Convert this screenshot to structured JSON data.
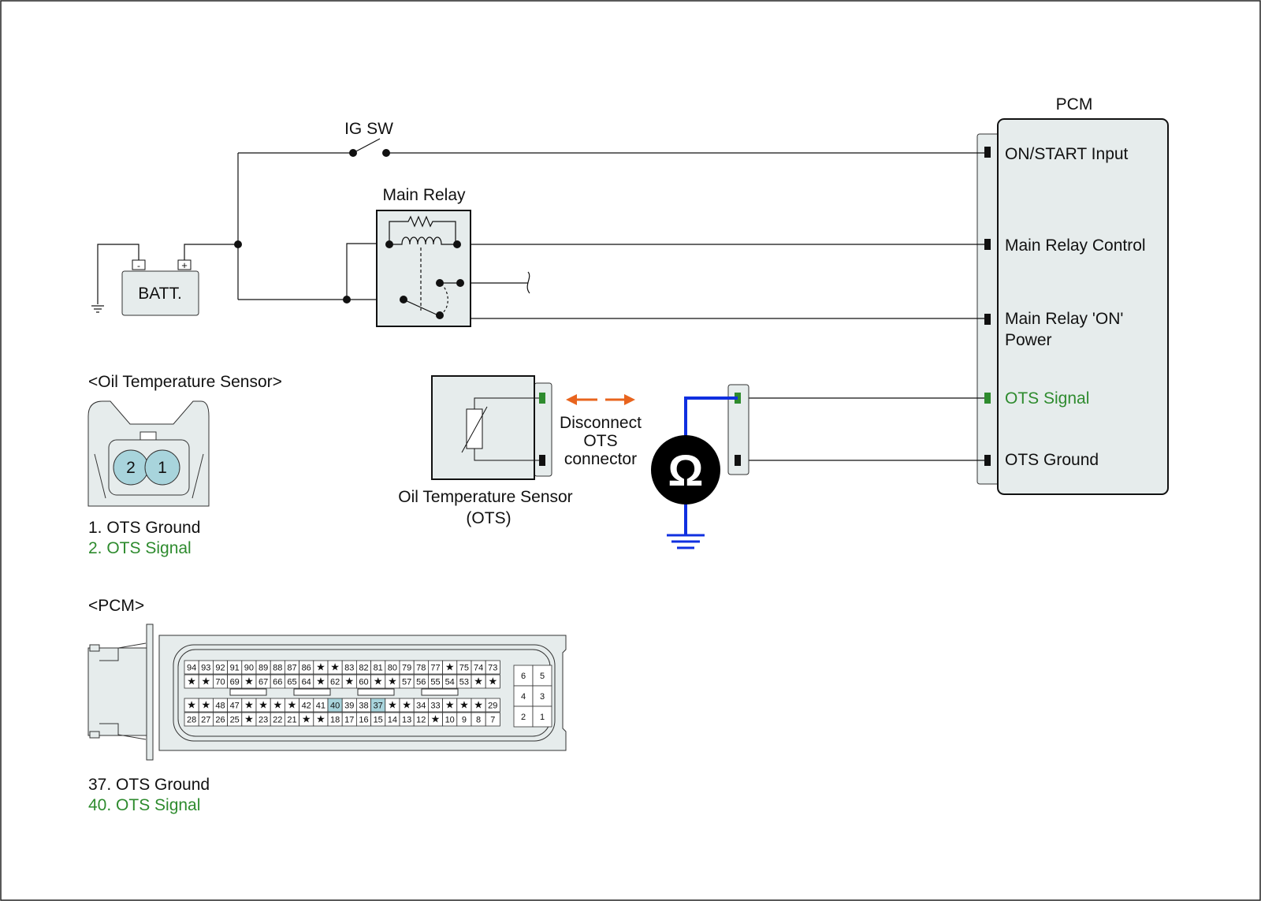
{
  "colors": {
    "box_fill": "#e6ecec",
    "green": "#2e8b2e",
    "wire_blue": "#1030e0",
    "arrow_orange": "#e8641e",
    "pin_highlight": "#a8d4dc"
  },
  "ig_sw_label": "IG SW",
  "main_relay_label": "Main Relay",
  "battery_label": "BATT.",
  "pcm": {
    "title": "PCM",
    "inputs": [
      {
        "id": "on-start",
        "label": "ON/START Input"
      },
      {
        "id": "relay-control",
        "label": "Main Relay Control"
      },
      {
        "id": "relay-on-power",
        "label": "Main Relay 'ON'",
        "label2": "Power"
      },
      {
        "id": "ots-signal",
        "label": "OTS Signal"
      },
      {
        "id": "ots-ground",
        "label": "OTS Ground"
      }
    ]
  },
  "ots_sensor": {
    "label": "Oil Temperature Sensor",
    "label2": "(OTS)"
  },
  "disconnect": {
    "line1": "Disconnect",
    "line2": "OTS",
    "line3": "connector"
  },
  "ohm_symbol": "Ω",
  "ots_connector": {
    "title": "<Oil Temperature Sensor>",
    "pin_labels": [
      "2",
      "1"
    ],
    "legend": [
      {
        "text": "1. OTS Ground",
        "color": "black"
      },
      {
        "text": "2. OTS Signal",
        "color": "green"
      }
    ]
  },
  "pcm_connector": {
    "title": "<PCM>",
    "rows": [
      [
        "94",
        "93",
        "92",
        "91",
        "90",
        "89",
        "88",
        "87",
        "86",
        "★",
        "★",
        "83",
        "82",
        "81",
        "80",
        "79",
        "78",
        "77",
        "★",
        "75",
        "74",
        "73"
      ],
      [
        "★",
        "★",
        "70",
        "69",
        "★",
        "67",
        "66",
        "65",
        "64",
        "★",
        "62",
        "★",
        "60",
        "★",
        "★",
        "57",
        "56",
        "55",
        "54",
        "53",
        "★",
        "★"
      ],
      [
        "★",
        "★",
        "48",
        "47",
        "★",
        "★",
        "★",
        "★",
        "42",
        "41",
        "40",
        "39",
        "38",
        "37",
        "★",
        "★",
        "34",
        "33",
        "★",
        "★",
        "★",
        "29"
      ],
      [
        "28",
        "27",
        "26",
        "25",
        "★",
        "23",
        "22",
        "21",
        "★",
        "★",
        "18",
        "17",
        "16",
        "15",
        "14",
        "13",
        "12",
        "★",
        "10",
        "9",
        "8",
        "7"
      ]
    ],
    "small_block": [
      [
        "6",
        "5"
      ],
      [
        "4",
        "3"
      ],
      [
        "2",
        "1"
      ]
    ],
    "highlight": [
      "40",
      "37"
    ],
    "legend": [
      {
        "text": "37. OTS Ground",
        "color": "black"
      },
      {
        "text": "40. OTS Signal",
        "color": "green"
      }
    ]
  }
}
